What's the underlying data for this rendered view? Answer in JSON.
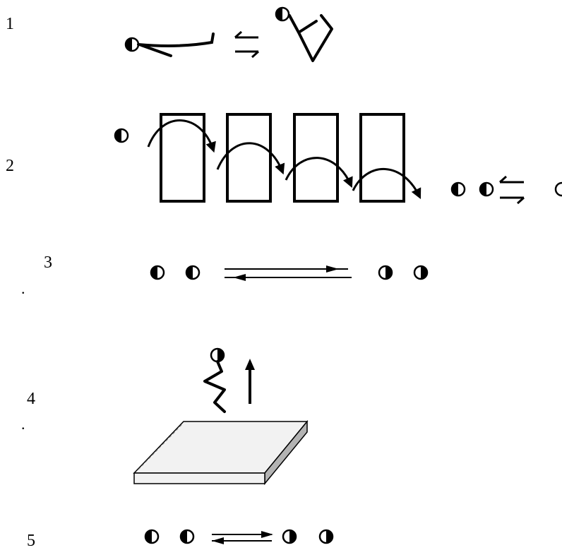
{
  "steps": [
    {
      "number": "1"
    },
    {
      "number": "2"
    },
    {
      "number": "3"
    },
    {
      "number": "4"
    },
    {
      "number": "5"
    }
  ],
  "marks": {
    "dot": "."
  },
  "colors": {
    "ink": "#000000",
    "platform_top": "#f2f2f2",
    "platform_side": "#b3b3b3"
  },
  "icons": [
    "half-filled-circle-icon",
    "exchange-arrows-icon",
    "jump-arc-arrow-icon",
    "vertical-up-arrow-icon",
    "stick-figure-icon",
    "platform-icon"
  ]
}
